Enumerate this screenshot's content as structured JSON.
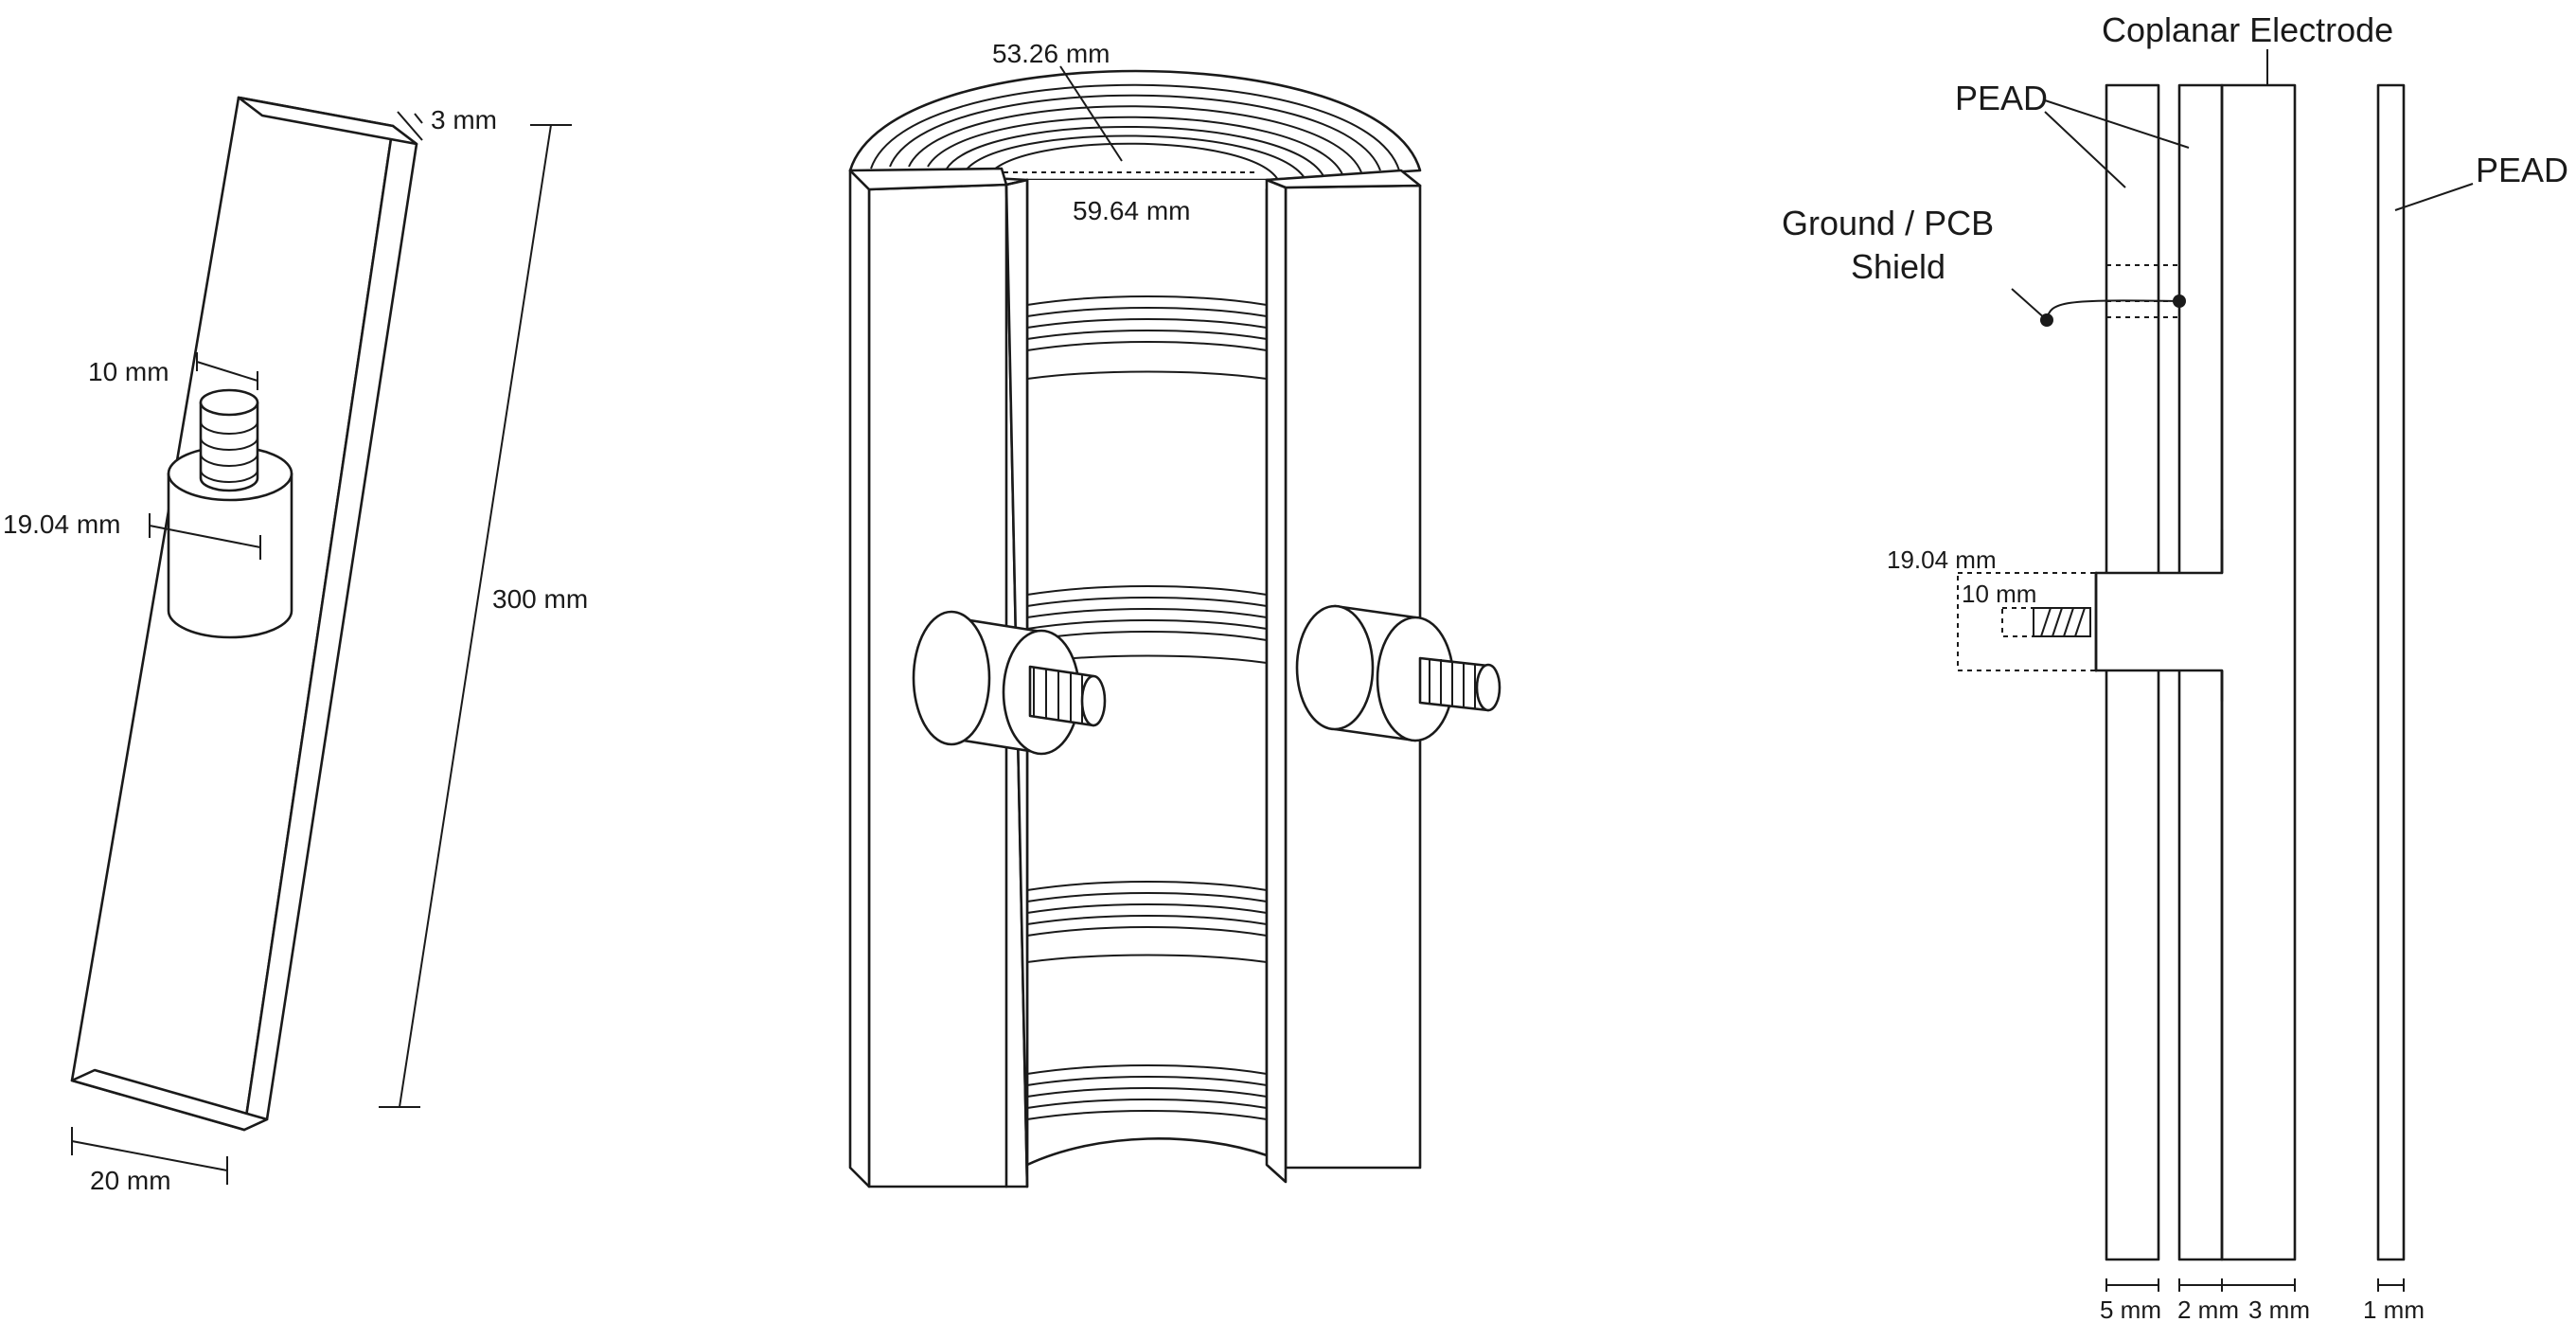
{
  "left_figure": {
    "thickness_label": "3 mm",
    "pin_label": "10 mm",
    "base_label": "19.04 mm",
    "length_label": "300 mm",
    "width_label": "20 mm"
  },
  "middle_figure": {
    "inner_label": "53.26 mm",
    "outer_label": "59.64 mm"
  },
  "right_figure": {
    "title_label": "Coplanar Electrode",
    "pead_label_1": "PEAD",
    "pead_label_2": "PEAD",
    "ground_line1": "Ground / PCB",
    "ground_line2": "Shield",
    "base_label": "19.04 mm",
    "pin_label": "10 mm",
    "dim_5": "5 mm",
    "dim_2": "2 mm",
    "dim_3": "3 mm",
    "dim_1": "1 mm"
  }
}
